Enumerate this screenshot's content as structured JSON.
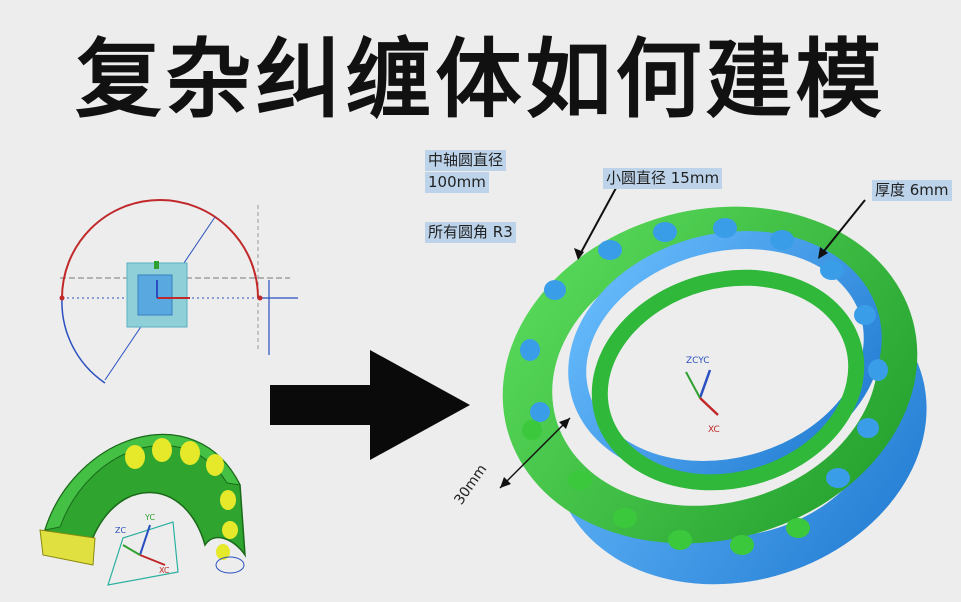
{
  "title": "复杂纠缠体如何建模",
  "annotations": {
    "axis_diameter_label": "中轴圆直径",
    "axis_diameter_value": "100mm",
    "fillet": "所有圆角 R3",
    "small_circle": "小圆直径 15mm",
    "thickness": "厚度  6mm",
    "width": "30mm"
  },
  "triad_main": {
    "z_label": "ZCYC",
    "x_label": "XC"
  },
  "triad_small": {
    "z_label": "ZC",
    "y_label": "YC",
    "x_label": "XC"
  },
  "colors": {
    "green": "#3cc83c",
    "blue": "#3a9de8",
    "sketch_red": "#c0282a",
    "sketch_blue": "#2a4fc0",
    "arrow": "#111111"
  }
}
